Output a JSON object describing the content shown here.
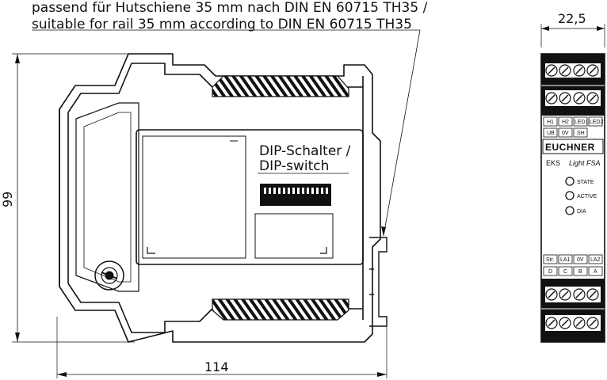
{
  "annotation": {
    "line1": "passend für Hutschiene 35 mm nach DIN EN 60715 TH35 /",
    "line2": "suitable for rail 35 mm according to DIN EN 60715 TH35"
  },
  "dimensions": {
    "height": "99",
    "depth": "114",
    "width": "22,5"
  },
  "dip_label": {
    "line1": "DIP-Schalter /",
    "line2": "DIP-switch"
  },
  "front": {
    "top_labels": [
      "H1",
      "H2",
      "LED1",
      "LED2"
    ],
    "top_labels_2": [
      "UB",
      "0V",
      "SH"
    ],
    "brand": "EUCHNER",
    "model_left": "EKS",
    "model_right": "Light FSA",
    "leds": [
      "STATE",
      "ACTIVE",
      "DIA"
    ],
    "bottom_labels": [
      "Str.",
      "LA1",
      "0V",
      "LA2"
    ],
    "bottom_labels_2": [
      "D",
      "C",
      "B",
      "A"
    ]
  }
}
